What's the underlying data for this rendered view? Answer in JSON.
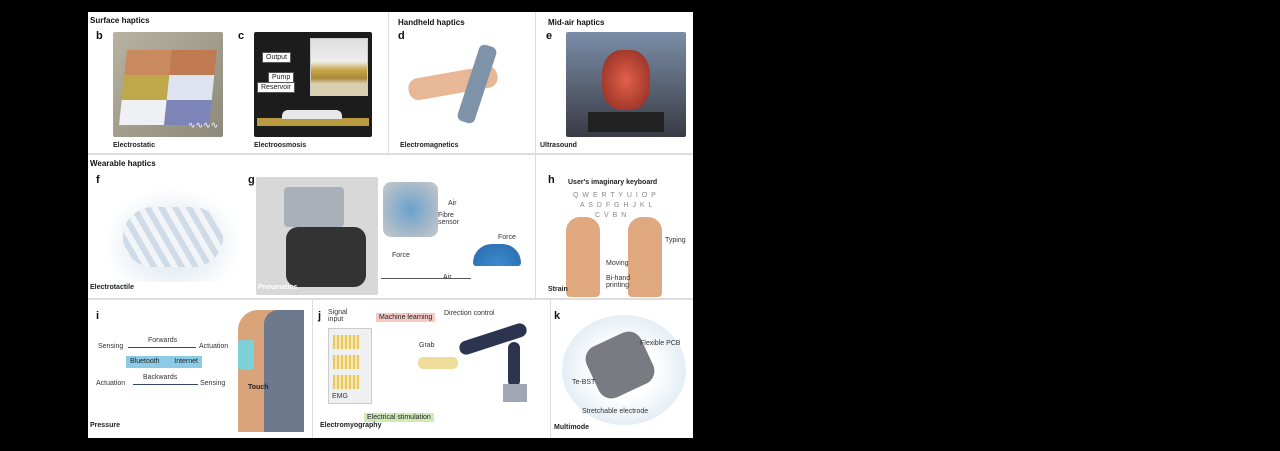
{
  "sections": {
    "surface": "Surface haptics",
    "handheld": "Handheld haptics",
    "midair": "Mid-air haptics",
    "wearable": "Wearable haptics"
  },
  "panels": {
    "b": {
      "letter": "b",
      "caption": "Electrostatic"
    },
    "c": {
      "letter": "c",
      "caption": "Electroosmosis",
      "labels": [
        "Output",
        "Pump",
        "Reservoir"
      ]
    },
    "d": {
      "letter": "d",
      "caption": "Electromagnetics"
    },
    "e": {
      "letter": "e",
      "caption": "Ultrasound"
    },
    "f": {
      "letter": "f",
      "caption": "Electrotactile"
    },
    "g": {
      "letter": "g",
      "caption": "Pneumatics",
      "labels": [
        "Air",
        "Fibre sensor",
        "Force",
        "Force",
        "Air"
      ]
    },
    "h": {
      "letter": "h",
      "caption": "Strain",
      "title": "User's imaginary keyboard",
      "rows": [
        "Q W E R T Y U I O P",
        "A S D F G H J K L",
        "C V B N"
      ],
      "labels": [
        "Typing",
        "Moving",
        "Bi-hand printing"
      ]
    },
    "i": {
      "letter": "i",
      "caption": "Pressure",
      "labels": {
        "sensing1": "Sensing",
        "forwards": "Forwards",
        "actuation1": "Actuation",
        "bluetooth": "Bluetooth",
        "internet": "Internet",
        "actuation2": "Actuation",
        "backwards": "Backwards",
        "sensing2": "Sensing",
        "touch": "Touch"
      }
    },
    "j": {
      "letter": "j",
      "caption": "Electromyography",
      "labels": {
        "signal": "Signal input",
        "ml": "Machine learning",
        "direction": "Direction control",
        "grab": "Grab",
        "emg": "EMG",
        "stim": "Electrical stimulation"
      }
    },
    "k": {
      "letter": "k",
      "caption": "Multimode",
      "labels": [
        "Flexible PCB",
        "Te-BST",
        "Stretchable electrode"
      ]
    }
  }
}
